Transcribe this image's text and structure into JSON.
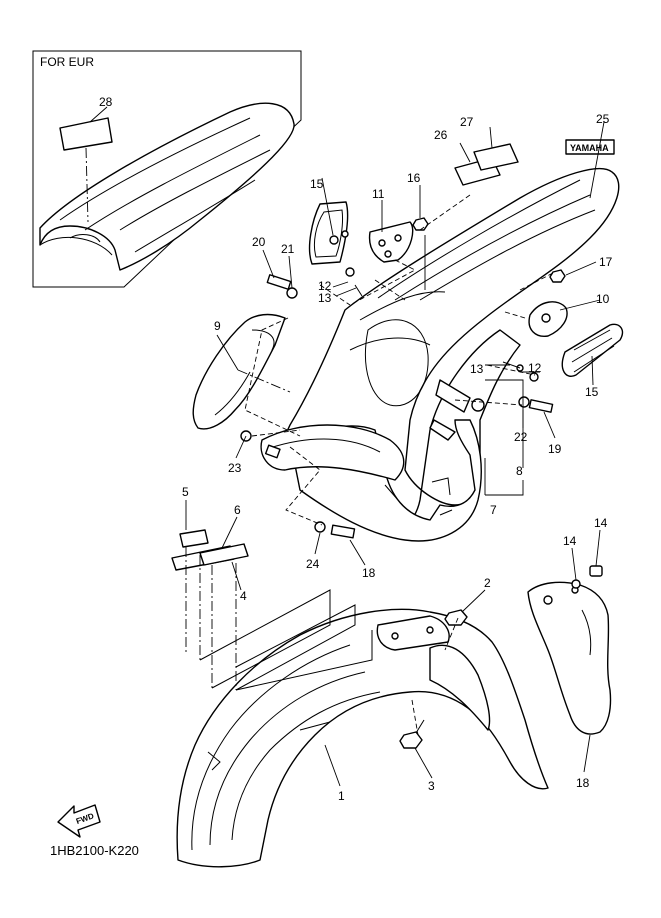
{
  "inset_title": "FOR EUR",
  "diagram_code": "1HB2100-K220",
  "fwd_label": "FWD",
  "decal_text": "YAMAHA",
  "callouts": [
    "1",
    "2",
    "3",
    "4",
    "5",
    "6",
    "7",
    "8",
    "9",
    "10",
    "11",
    "12",
    "12",
    "13",
    "13",
    "14",
    "14",
    "15",
    "15",
    "16",
    "17",
    "18",
    "18",
    "19",
    "20",
    "21",
    "22",
    "23",
    "24",
    "25",
    "26",
    "27",
    "28"
  ]
}
